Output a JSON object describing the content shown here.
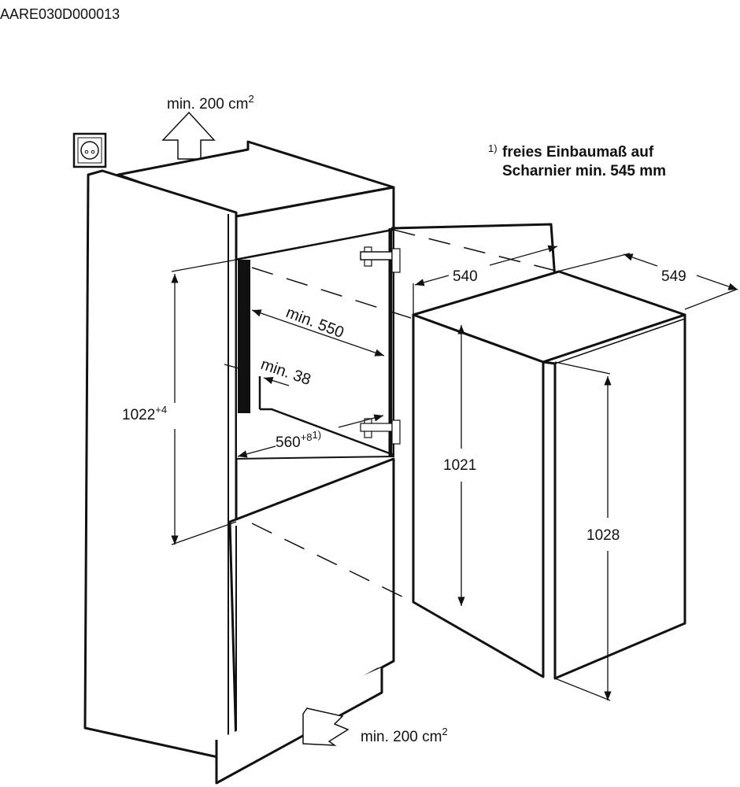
{
  "drawing_id": "AARE030D000013",
  "vent_top": {
    "label": "min. 200 cm",
    "sup": "2"
  },
  "vent_bottom": {
    "label": "min. 200 cm",
    "sup": "2"
  },
  "footnote": {
    "marker": "1)",
    "line1": "freies Einbaumaß auf",
    "line2": "Scharnier min. 545 mm"
  },
  "dimensions": {
    "niche_height": {
      "value": "1022",
      "tolerance": "+4"
    },
    "niche_depth": "min. 550",
    "vent_gap": "min. 38",
    "niche_width": {
      "value": "560",
      "tolerance": "+8",
      "note": "1)"
    },
    "appliance_width": "540",
    "appliance_depth": "549",
    "appliance_height": "1021",
    "door_height": "1028"
  }
}
